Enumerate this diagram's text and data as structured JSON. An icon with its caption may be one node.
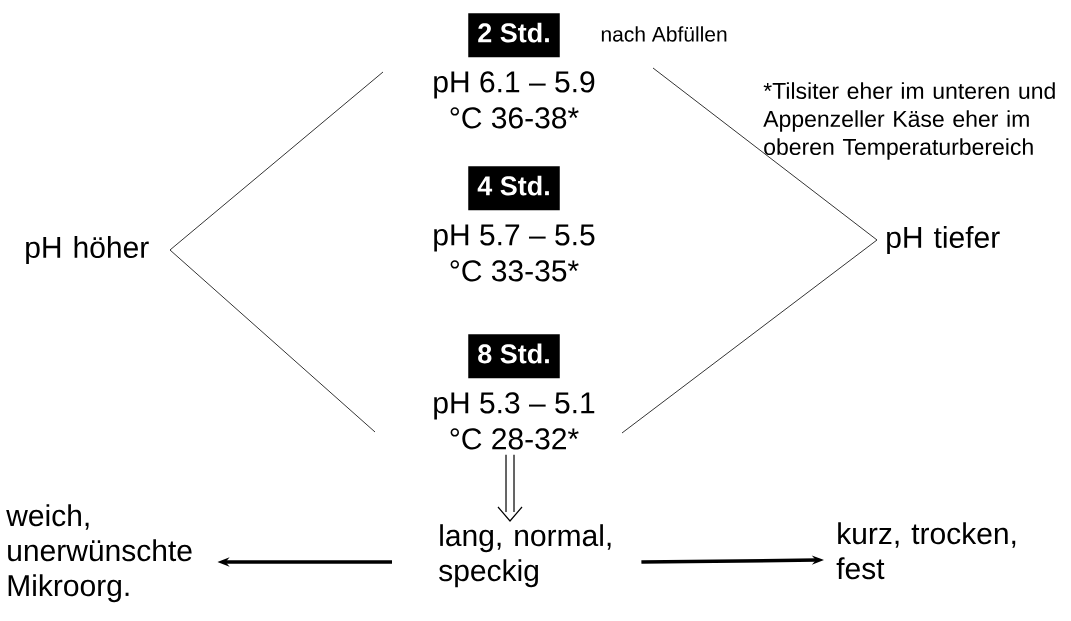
{
  "diagram": {
    "nodes": [
      {
        "text": [
          "2 Std.",
          "pH 6.1 – 5.9",
          "°C 36-38*"
        ],
        "beside": [
          "nach Abfüllen"
        ]
      },
      {
        "text": [
          "4 Std.",
          "pH 5.7 – 5.5",
          "°C 33-35*"
        ]
      },
      {
        "text": [
          "8 Std.",
          "pH 5.3 – 5.1",
          "°C 28-32*"
        ]
      },
      {
        "text": [
          "pH höher"
        ]
      },
      {
        "text": [
          "pH tiefer"
        ]
      },
      {
        "text": [
          "lang, normal, speckig"
        ]
      },
      {
        "text": [
          "weich, unerwünschte Mikroorg."
        ]
      },
      {
        "text": [
          "kurz, trocken, fest"
        ]
      }
    ],
    "edges": [
      {
        "from": 2,
        "to": 5,
        "arrow": "to"
      },
      {
        "from": 5,
        "to": 6,
        "arrow": "to"
      },
      {
        "from": 5,
        "to": 7,
        "arrow": "to"
      }
    ],
    "labels": [
      "*Tilsiter eher im unteren und Appenzeller Käse eher im oberen Temperaturbereich"
    ]
  }
}
